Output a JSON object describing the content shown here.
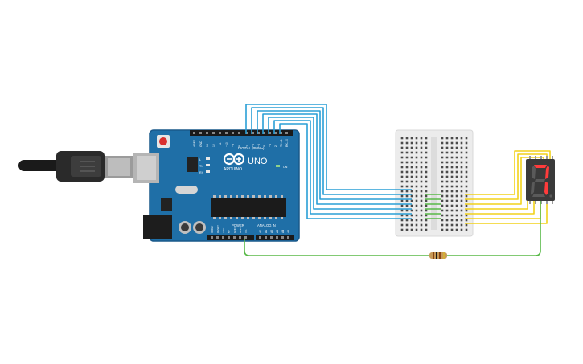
{
  "board": {
    "brand_text": "ARDUINO",
    "model_text": "UNO",
    "digital_header_text": "DIGITAL (PWM~)",
    "analog_header_text": "ANALOG IN",
    "power_header_text": "POWER",
    "aref_text": "AREF",
    "gnd_text": "GND",
    "tx_text": "TX",
    "rx_text": "RX",
    "on_text": "ON",
    "l_text": "L",
    "digital_pins": [
      "13",
      "12",
      "~11",
      "~10",
      "~9",
      "8",
      "7",
      "~6",
      "~5",
      "4",
      "~3",
      "2",
      "TX→1",
      "RX←0"
    ],
    "power_pins": [
      "IOREF",
      "RESET",
      "3.3V",
      "5V",
      "GND",
      "GND",
      "Vin"
    ],
    "analog_pins": [
      "A0",
      "A1",
      "A2",
      "A3",
      "A4",
      "A5"
    ]
  },
  "display": {
    "digit_shown": "7"
  },
  "colors": {
    "board_blue": "#1f6fa7",
    "wire_blue": "#2a9fd6",
    "wire_yellow": "#f2d21b",
    "wire_green": "#58b947",
    "breadboard": "#ececec",
    "display_body": "#3a3a3a",
    "segment_on": "#ff3b3b",
    "segment_off": "#5a5a5a"
  }
}
